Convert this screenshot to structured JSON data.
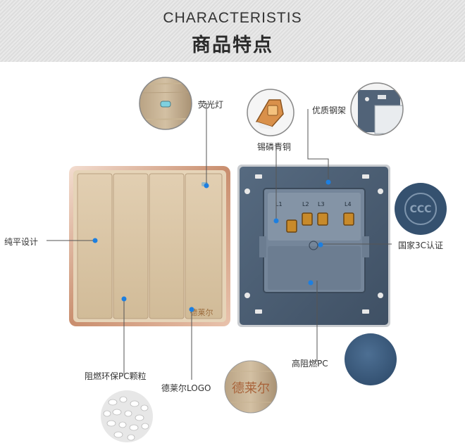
{
  "banner": {
    "title_en": "CHARACTERISTIS",
    "title_cn": "商品特点"
  },
  "callouts": {
    "fluorescent_light": "荧光灯",
    "quality_steel_frame": "优质钢架",
    "tin_phosphor_bronze": "锡磷青铜",
    "flat_design": "纯平设计",
    "national_3c": "国家3C认证",
    "high_flame_pc": "高阻燃PC",
    "flame_retardant_pc_granules": "阻燃环保PC颗粒",
    "brand_logo": "德莱尔LOGO"
  },
  "brand": {
    "name": "德莱尔"
  },
  "terminals": [
    "L1",
    "L2",
    "L3",
    "L4"
  ],
  "colors": {
    "accent_dot": "#1d7fe0",
    "panel_gold": "#d9c4a4",
    "back_blue": "#4c5d70"
  }
}
